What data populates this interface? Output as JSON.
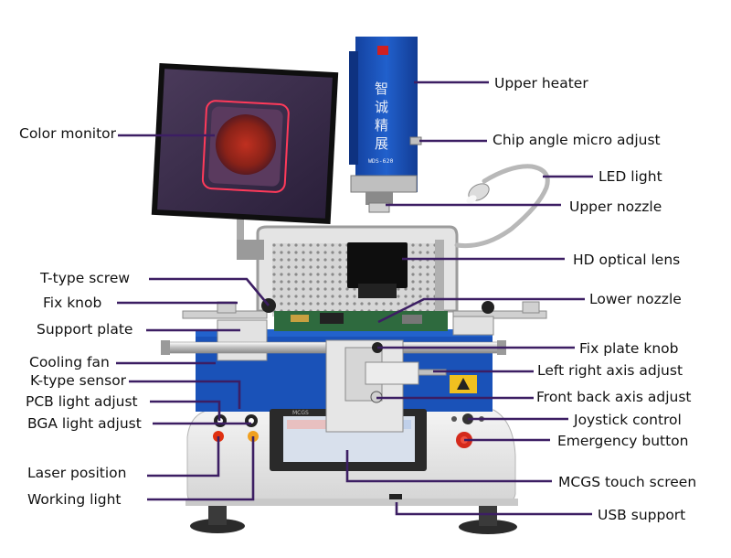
{
  "callouts": {
    "upper_heater": "Upper heater",
    "chip_angle_micro_adjust": "Chip angle micro adjust",
    "led_light": "LED light",
    "upper_nozzle": "Upper nozzle",
    "hd_optical_lens": "HD optical lens",
    "lower_nozzle": "Lower nozzle",
    "fix_plate_knob": "Fix plate knob",
    "left_right_axis_adjust": "Left right axis adjust",
    "front_back_axis_adjust": "Front back axis adjust",
    "joystick_control": "Joystick control",
    "emergency_button": "Emergency button",
    "mcgs_touch_screen": "MCGS touch screen",
    "usb_support": "USB support",
    "color_monitor": "Color monitor",
    "t_type_screw": "T-type screw",
    "fix_knob": "Fix knob",
    "support_plate": "Support plate",
    "cooling_fan": "Cooling fan",
    "k_type_sensor": "K-type sensor",
    "pcb_light_adjust": "PCB light adjust",
    "bga_light_adjust": "BGA light adjust",
    "laser_position": "Laser position",
    "working_light": "Working light"
  },
  "machine": {
    "head_chinese": [
      "智",
      "诚",
      "精",
      "展"
    ],
    "model": "WDS-620",
    "screen_brand": "MCGS"
  },
  "colors": {
    "leader": "#3c1e63",
    "heater_blue": "#1a52b8",
    "base_white": "#eeeeee",
    "emergency_red": "#d42a1c",
    "light_button_orange": "#f0a020"
  }
}
